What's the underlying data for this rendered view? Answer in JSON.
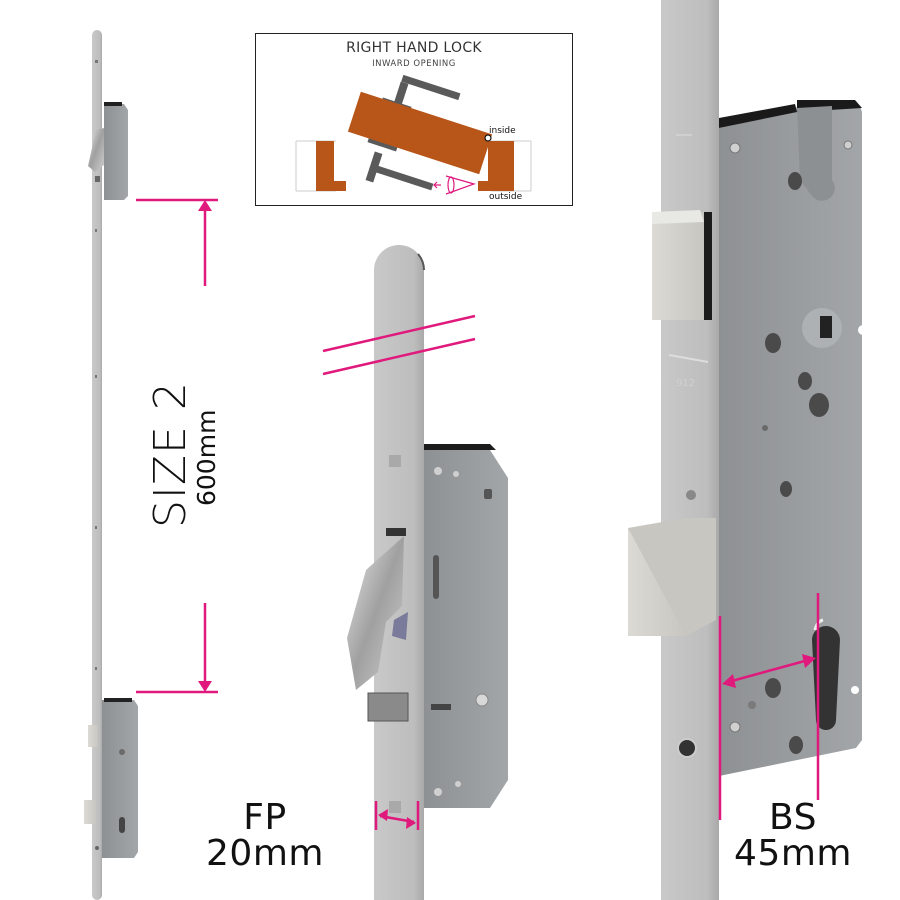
{
  "inset": {
    "title": "RIGHT HAND LOCK",
    "subtitle": "INWARD OPENING",
    "label_inside": "inside",
    "label_outside": "outside",
    "door_color": "#b8561a",
    "handle_color": "#5a5a5a",
    "eye_color": "#e0197d"
  },
  "dimensions": {
    "size": {
      "title": "SIZE 2",
      "value": "600mm"
    },
    "faceplate": {
      "title": "FP",
      "value": "20mm"
    },
    "backset": {
      "title": "BS",
      "value": "45mm"
    }
  },
  "colors": {
    "accent": "#e0197d",
    "faceplate": "#bcbcbc",
    "case": "#9a9da0",
    "latch": "#d4d2cc"
  }
}
